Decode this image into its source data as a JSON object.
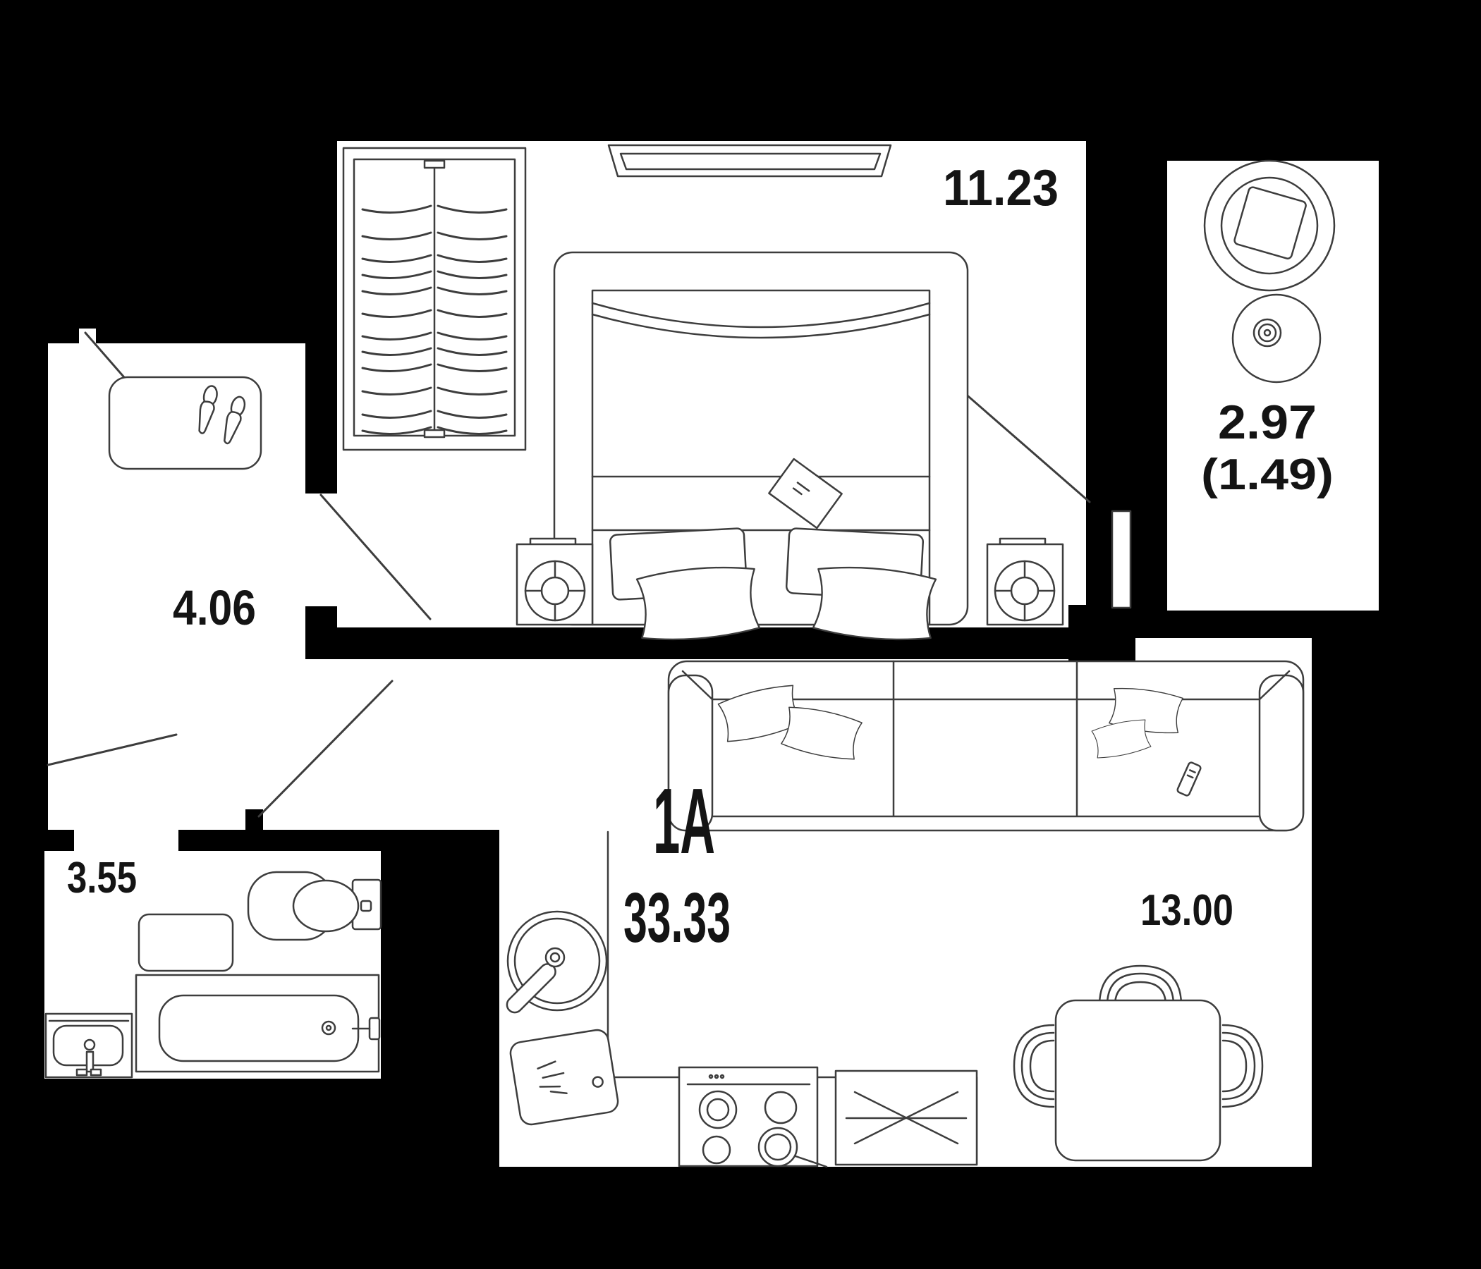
{
  "floorplan": {
    "title": "apartment-floor-plan",
    "unit": {
      "type": "1A",
      "total_area": "33.33"
    },
    "rooms": [
      {
        "name": "bedroom",
        "area": "11.23"
      },
      {
        "name": "balcony",
        "area": "2.97",
        "area_secondary": "(1.49)"
      },
      {
        "name": "hallway",
        "area": "4.06"
      },
      {
        "name": "bathroom",
        "area": "3.55"
      },
      {
        "name": "living-kitchen",
        "area": "13.00"
      }
    ],
    "colors": {
      "background": "#000000",
      "floor": "#ffffff",
      "line": "#3d3d3d",
      "text": "#141414"
    }
  }
}
